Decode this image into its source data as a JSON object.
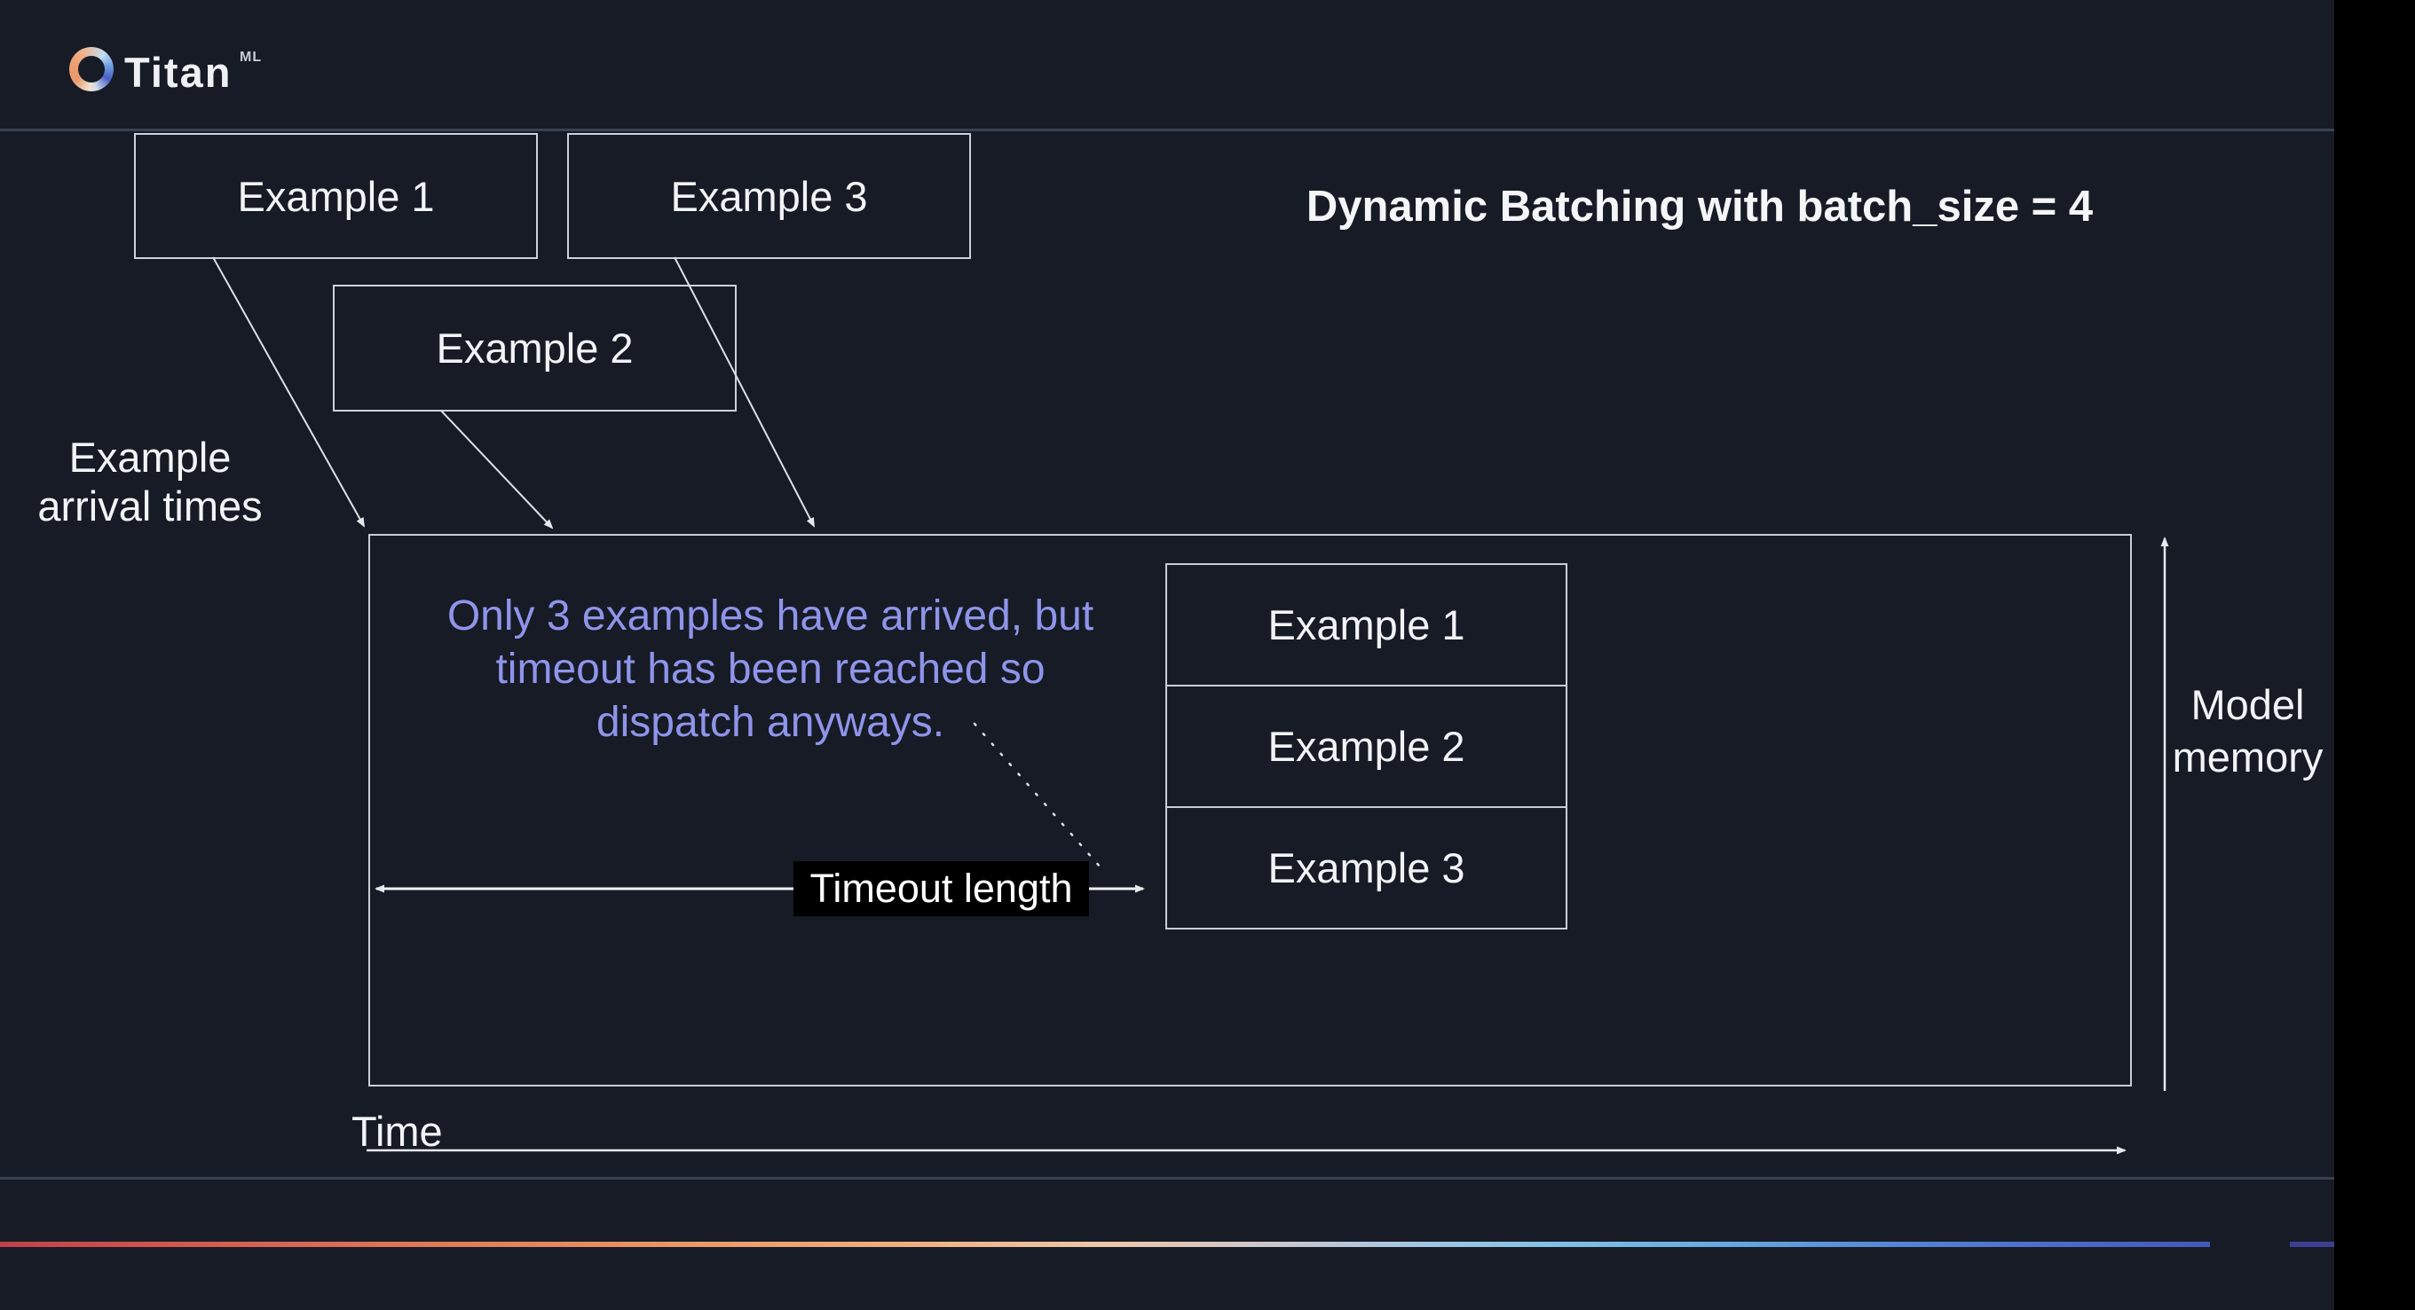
{
  "header": {
    "logo_text": "Titan",
    "logo_superscript": "ML"
  },
  "title": "Dynamic Batching with batch_size = 4",
  "arrival_boxes": [
    {
      "label": "Example 1"
    },
    {
      "label": "Example 2"
    },
    {
      "label": "Example 3"
    }
  ],
  "arrival_label": {
    "line1": "Example",
    "line2": "arrival times"
  },
  "note": {
    "line1": "Only 3 examples have arrived, but",
    "line2": "timeout has been reached so",
    "line3": "dispatch anyways."
  },
  "batch": {
    "rows": [
      "Example 1",
      "Example 2",
      "Example 3"
    ]
  },
  "labels": {
    "timeout": "Timeout length",
    "model_memory_line1": "Model",
    "model_memory_line2": "memory",
    "time": "Time"
  },
  "colors": {
    "slide_bg": "#161b26",
    "frame_black": "#000000",
    "box_border": "#cdd1d9",
    "divider": "#3a4250",
    "arrow": "#dde0e6",
    "text_primary": "#f2f3f6",
    "note_purple": "#8f94ea",
    "timeout_label_bg": "#000000",
    "accent_gradient": [
      "#bf4149",
      "#e07a58",
      "#f0b183",
      "#edc6a8",
      "#aac6e0",
      "#83c2e6",
      "#5585d6",
      "#4457b8"
    ],
    "accent_tail": "#3c3f90"
  }
}
